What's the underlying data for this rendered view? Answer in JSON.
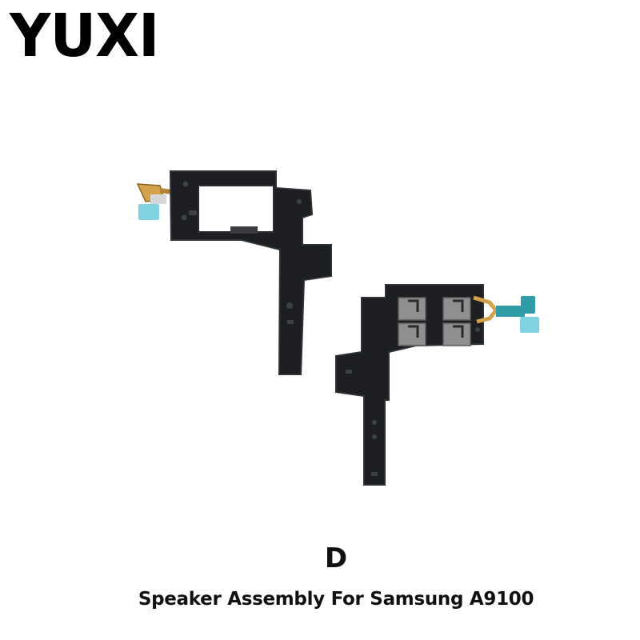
{
  "brand": {
    "logo_text": "YUXI"
  },
  "product": {
    "variant": "D",
    "caption": "Speaker Assembly For Samsung A9100"
  },
  "colors": {
    "background": "#ffffff",
    "text": "#111111",
    "part_body": "#1c1e21",
    "flex_cable": "#d4a24a",
    "connector_tab": "#7fd3e0"
  }
}
